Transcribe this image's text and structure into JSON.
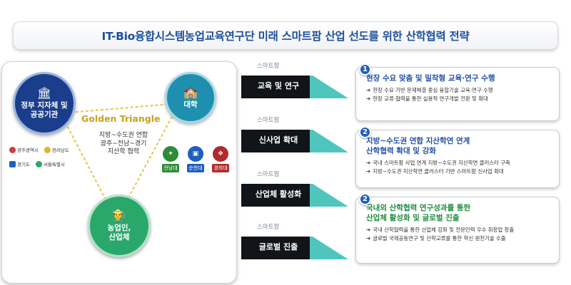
{
  "title": "IT-Bio융합시스템농업교육연구단 미래 스마트팜 산업 선도를 위한 산학협력 전략",
  "left": {
    "gov_label": "정부 지자체 및\n공공기관",
    "uni_label": "대학",
    "farm_label": "농업인,\n산업체",
    "golden_triangle": "Golden Triangle",
    "tri_text": "지방~수도권 연합\n광주~전남~경기\n지산학 협력",
    "logos": [
      "광주광역시",
      "전라남도",
      "경기도",
      "서울특별시"
    ],
    "universities": [
      "전남대",
      "순천대",
      "경희대"
    ]
  },
  "arrows": [
    {
      "sub": "스마트팜",
      "label": "교육 및 연구"
    },
    {
      "sub": "스마트팜",
      "label": "신사업 확대"
    },
    {
      "sub": "스마트팜",
      "label": "산업체 활성화"
    },
    {
      "sub": "스마트팜",
      "label": "글로벌 진출"
    }
  ],
  "cards": [
    {
      "num": "1",
      "title": "현장 수요 맞춤 및 밀착형 교육·연구 수행",
      "items": [
        "현장 수요 기반 문제해결 중심 융합기술 교육·연구 수행",
        "현장 교류·협력을 통한 실용적 연구개발 전환 및 확대"
      ]
    },
    {
      "num": "2",
      "title": "지방~수도권 연합 지산학연 연계\n산학협력 확대 및 강화",
      "items": [
        "국내 스마트팜 사업 연계 지방~수도권 지산학연 클러스터 구축",
        "지방~수도권 지산학연 클러스터 기반 스마트팜 신사업 확대"
      ]
    },
    {
      "num": "2",
      "title": "국내외 산학협력 연구성과를 통한\n산업체 활성화 및 글로벌 진출",
      "items": [
        "국내 산학협력을 통한 산업체 강화 및 전문인력 우수 취창업 창출",
        "글로벌 국제공동연구 및 산학교류를 통한 혁신 원천기술 수출"
      ]
    }
  ],
  "colors": {
    "primary": "#1e4f9c",
    "arrow_dark": "#111418",
    "arrow_teal": "#4fc6bd",
    "green": "#1f8a3e",
    "gold": "#c8a21e"
  }
}
